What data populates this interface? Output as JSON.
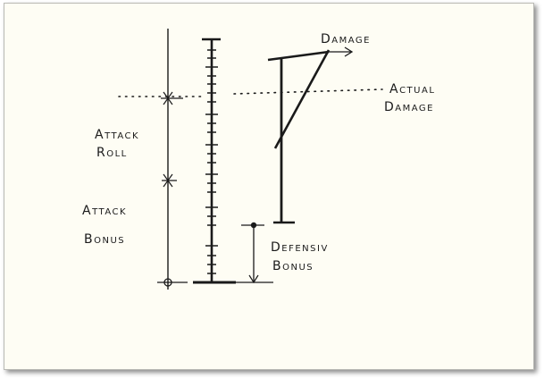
{
  "labels": {
    "attack_roll_line1": "Attack",
    "attack_roll_line2": "Roll",
    "attack_bonus_line1": "Attack",
    "attack_bonus_line2": "Bonus",
    "damage": "Damage",
    "actual_damage_line1": "Actual",
    "actual_damage_line2": "Damage",
    "defensive_bonus_line1": "Defensiv",
    "defensive_bonus_line2": "Bonus"
  },
  "colors": {
    "paper": "#fefdf4",
    "ink": "#1a1a1a"
  }
}
